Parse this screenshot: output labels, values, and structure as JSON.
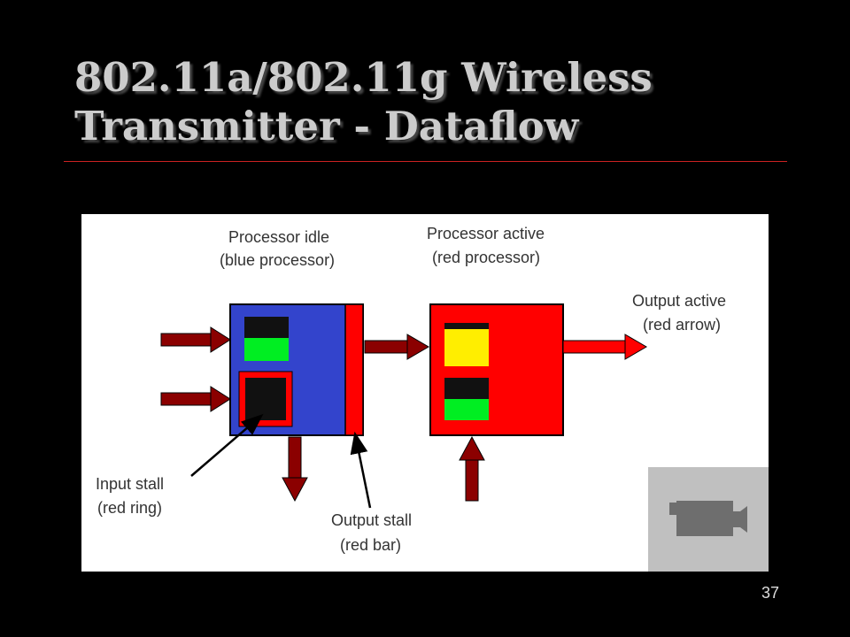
{
  "slide": {
    "title_line1": "802.11a/802.11g Wireless",
    "title_line2": "Transmitter - Dataflow",
    "page_number": "37"
  },
  "diagram": {
    "label_idle_1": "Processor idle",
    "label_idle_2": "(blue processor)",
    "label_active_1": "Processor active",
    "label_active_2": "(red processor)",
    "label_output_active_1": "Output active",
    "label_output_active_2": "(red arrow)",
    "label_input_stall_1": "Input stall",
    "label_input_stall_2": "(red ring)",
    "label_output_stall_1": "Output stall",
    "label_output_stall_2": "(red bar)"
  },
  "colors": {
    "background": "#000000",
    "title": "#cccccc",
    "rule": "#cc2222",
    "processor_idle": "#3344cc",
    "processor_active": "#ff0000",
    "arrow": "#8b0000",
    "queue_full": "#00ee22",
    "queue_partial": "#ffee00",
    "queue_empty": "#111111"
  },
  "icons": {
    "media": "movie-camera-icon"
  }
}
